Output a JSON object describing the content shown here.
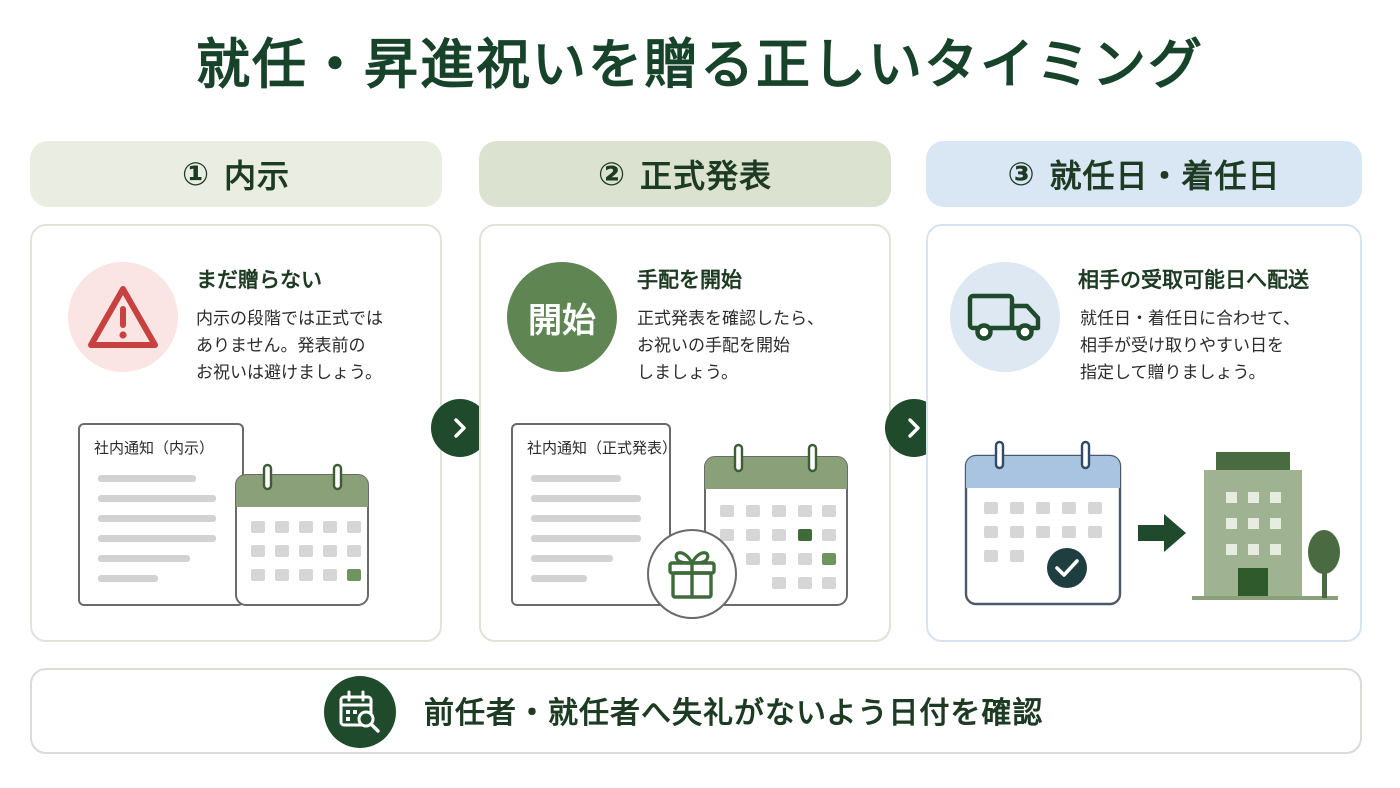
{
  "title": "就任・昇進祝いを贈る正しいタイミング",
  "steps": [
    {
      "number": "①",
      "label": "内示",
      "card_title": "まだ贈らない",
      "body": [
        "内示の段階では正式では",
        "ありません。発表前の",
        "お祝いは避けましょう。"
      ],
      "icon": "warning-icon",
      "notice_title": "社内通知（内示）"
    },
    {
      "number": "②",
      "label": "正式発表",
      "card_title": "手配を開始",
      "badge": "開始",
      "body": [
        "正式発表を確認したら、",
        "お祝いの手配を開始",
        "しましょう。"
      ],
      "notice_title": "社内通知（正式発表）",
      "icon": "gift-icon"
    },
    {
      "number": "③",
      "label": "就任日・着任日",
      "card_title": "相手の受取可能日へ配送",
      "body": [
        "就任日・着任日に合わせて、",
        "相手が受け取りやすい日を",
        "指定して贈りましょう。"
      ],
      "icon": "truck-icon"
    }
  ],
  "footer": {
    "text": "前任者・就任者へ失礼がないよう日付を確認",
    "icon": "calendar-search-icon"
  },
  "colors": {
    "dark_green": "#1f4a2c",
    "mid_green": "#5f8552",
    "step1_header": "#e9ede2",
    "step2_header": "#dbe3d0",
    "step3_header": "#d9e6f3",
    "warning_red": "#c84141"
  }
}
